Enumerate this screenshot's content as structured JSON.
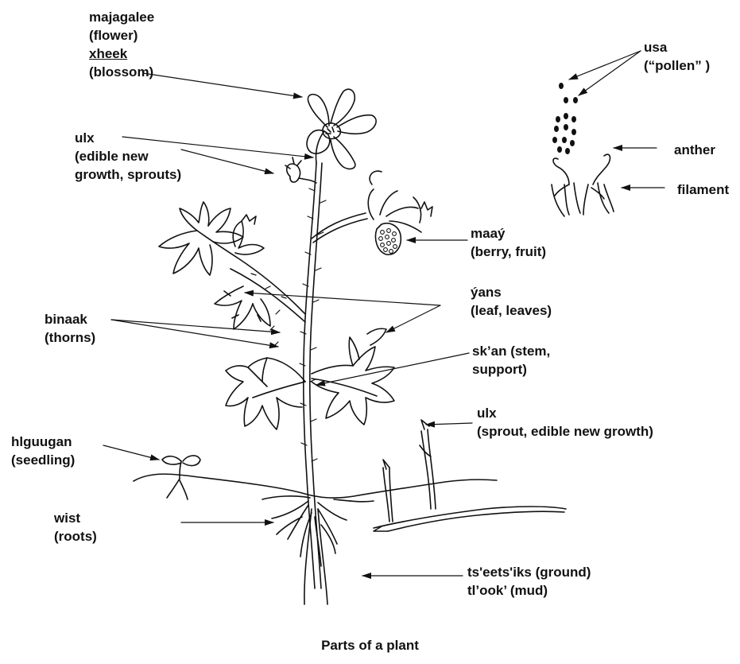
{
  "caption": "Parts of a plant",
  "labels": {
    "flower": {
      "l1": "majagalee",
      "l2": "(flower)",
      "l3": "xheek",
      "l4": "(blossom)"
    },
    "sprouts_top": {
      "l1": "ulx",
      "l2": "(edible new",
      "l3": "growth,  sprouts)"
    },
    "pollen": {
      "l1": "usa",
      "l2": "(“pollen” )"
    },
    "anther": {
      "l1": "anther"
    },
    "filament": {
      "l1": "filament"
    },
    "berry": {
      "l1": "maaý",
      "l2": "(berry, fruit)"
    },
    "leaves": {
      "l1": "ýans",
      "l2": "(leaf,  leaves)"
    },
    "thorns": {
      "l1": "binaak",
      "l2": "(thorns)"
    },
    "stem": {
      "l1": "sk’an (stem,",
      "l2": "support)"
    },
    "sprout_right": {
      "l1": "ulx",
      "l2": "(sprout, edible new growth)"
    },
    "seedling": {
      "l1": "hlguugan",
      "l2": "(seedling)"
    },
    "roots": {
      "l1": "wist",
      "l2": "(roots)"
    },
    "ground": {
      "l1": "ts'eets'iks (ground)",
      "l2": "tl’ook’ (mud)"
    }
  }
}
